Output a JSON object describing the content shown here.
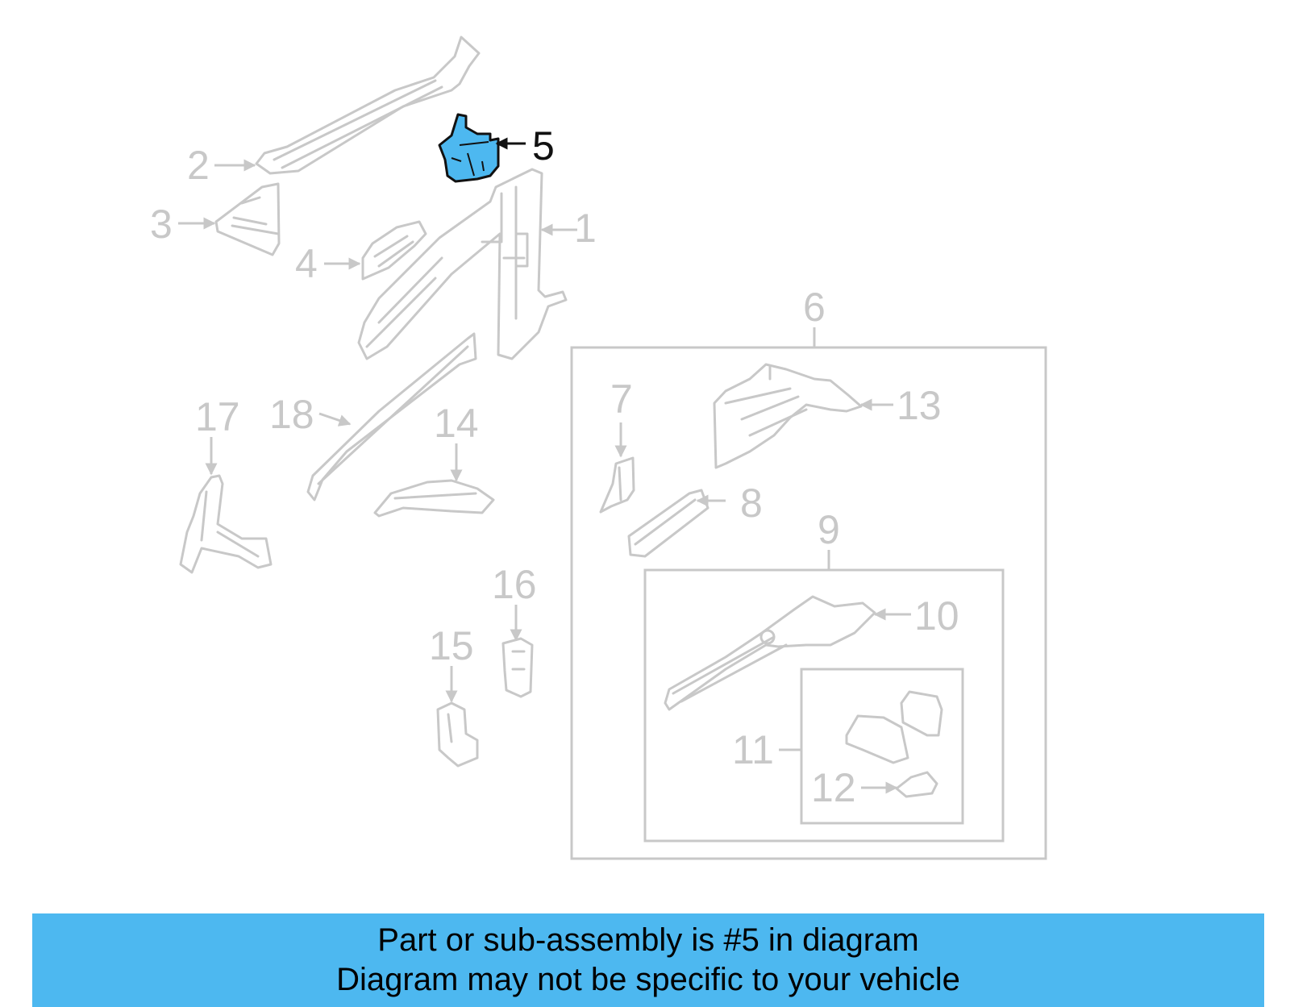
{
  "colors": {
    "highlight_fill": "#4db8f0",
    "inactive_stroke": "#c8c8c8",
    "active_stroke": "#111111",
    "banner_bg": "#4db8f0"
  },
  "callouts": [
    "1",
    "2",
    "3",
    "4",
    "5",
    "6",
    "7",
    "8",
    "9",
    "10",
    "11",
    "12",
    "13",
    "14",
    "15",
    "16",
    "17",
    "18"
  ],
  "highlighted_callout": "5",
  "banner": {
    "line1": "Part or sub-assembly is #5 in diagram",
    "line2": "Diagram may not be specific to your vehicle"
  }
}
